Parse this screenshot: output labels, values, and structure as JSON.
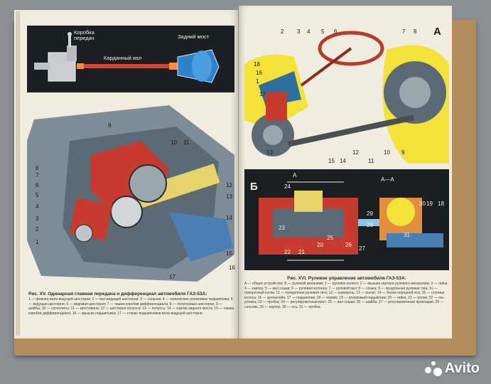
{
  "transmission_labels": {
    "gearbox": "Коробка передач",
    "cardan": "Карданный вал",
    "rear_axle": "Задний мост"
  },
  "left_callouts": [
    "9",
    "10",
    "11",
    "8",
    "7",
    "6",
    "5",
    "4",
    "3",
    "2",
    "1",
    "12",
    "13",
    "14",
    "15",
    "16",
    "17"
  ],
  "left_caption": {
    "title": "Рис. XV. Одинарная главная передача и дифференциал автомобиля ГАЗ-53А:",
    "body": "1 — фланец вала ведущей шестерни; 2 — вал ведущей шестерни; 3 — сальник; 4 — конические роликовые подшипники; 5 — ведущая шестерня; 6 — ведомая шестерня; 7 — чашка коробки дифференциала; 8 — полуосевые шестерни; 9 — шайбы; 10 — сателлиты; 11 — крестовина; 12 — шестерня полуоси; 13 — полуось; 14 — картер заднего моста; 15 — чашка коробки дифференциала; 16 — крышка подшипника; 17 — стакан подшипников вала ведущей шестерни."
  },
  "panel_a": {
    "letter": "А",
    "callouts": [
      "2",
      "3",
      "4",
      "5",
      "6",
      "7",
      "8",
      "18",
      "16",
      "1",
      "17",
      "13",
      "15",
      "14",
      "12",
      "11",
      "10",
      "9"
    ]
  },
  "panel_b": {
    "letter": "Б",
    "section_a": "А",
    "section_aa": "А—А",
    "callouts": [
      "24",
      "23",
      "22",
      "21",
      "20",
      "25",
      "26",
      "27",
      "28",
      "29",
      "30",
      "31",
      "19",
      "18"
    ]
  },
  "right_caption": {
    "title": "Рис. XVI. Рулевое управление автомобиля ГАЗ-53А:",
    "body": "А — общее устройство; Б — рулевой механизм; 1 — рулевое колесо; 2 — крышка картера рулевого механизма; 3 — гайка; 4 — картер; 5 — вал сошки; 6 — рулевая колонка; 7 — рулевой вал; 8 — сошка; 9 — продольная рулевая тяга; 10 — поворотный кулак; 11 — поперечная рулевая тяга; 12 — шкворень; 13 — рычаг; 14 — балка передней оси; 15 — ступица колеса; 16 — кронштейн; 17 — подшипник; 18 — червяк; 19 — роликовый подшипник; 20 — гайка; 21 — ролик; 22 — ось ролика; 23 — пробка; 24 — регулировочный винт; 25 — вал сошки; 26 — шайба; 27 — регулировочные прокладки; 28 — сальник; 29 — картер; 30 — ось; 31 — пробка."
  },
  "watermark": "Avito"
}
